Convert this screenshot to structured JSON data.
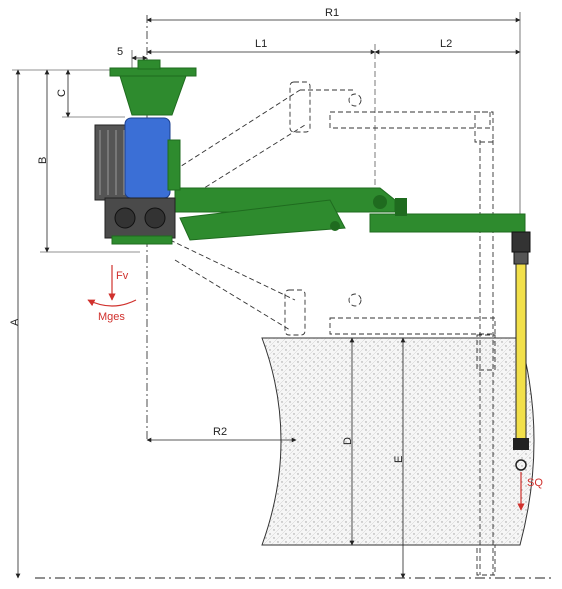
{
  "labels": {
    "R1": "R1",
    "L1": "L1",
    "L2": "L2",
    "five": "5",
    "A": "A",
    "B": "B",
    "C": "C",
    "R2": "R2",
    "D": "D",
    "E": "E",
    "Fv": "Fv",
    "Mges": "Mges",
    "SQ": "SQ"
  },
  "colors": {
    "arm": "#2e8b2e",
    "arm_dark": "#1f6b1f",
    "motor": "#3b6fd6",
    "balancer": "#f2e04a",
    "force": "#d0312d",
    "line": "#222222",
    "hatch": "#bdbdbd"
  }
}
